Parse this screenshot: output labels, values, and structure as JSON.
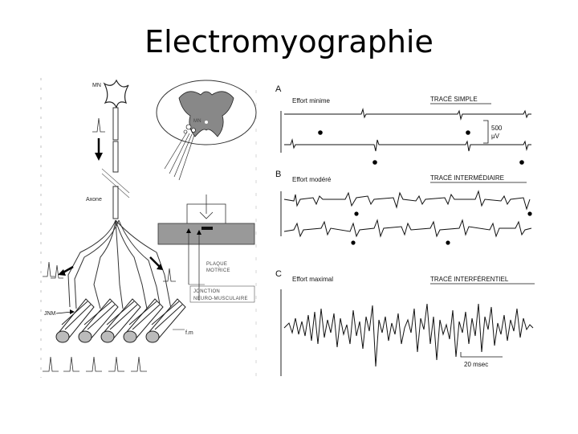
{
  "slide": {
    "title": "Electromyographie"
  },
  "left_figure": {
    "labels": {
      "mn": "MN",
      "mn_cord": "MN",
      "axone": "Axone",
      "jnm": "JNM",
      "fm": "f.m",
      "plaque_1": "PLAQUE",
      "plaque_2": "MOTRICE",
      "jonction_1": "JONCTION",
      "jonction_2": "NEURO-MUSCULAIRE"
    }
  },
  "right_figure": {
    "panels": [
      {
        "letter": "A",
        "effort": "Effort  minime",
        "trace": "TRACÉ  SIMPLE"
      },
      {
        "letter": "B",
        "effort": "Effort  modéré",
        "trace": "TRACÉ  INTERMÉDIAIRE"
      },
      {
        "letter": "C",
        "effort": "Effort  maximal",
        "trace": "TRACÉ  INTERFÉRENTIEL"
      }
    ],
    "scale_voltage_value": "500",
    "scale_voltage_unit": "μV",
    "scale_time": "20 msec"
  }
}
